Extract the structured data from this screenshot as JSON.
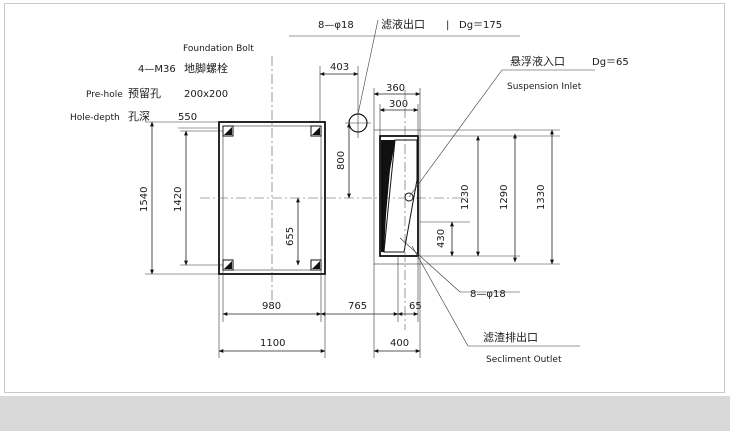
{
  "labels": {
    "foundation_bolt": "Foundation Bolt",
    "bolt_spec": "4—M36",
    "bolt_cn": "地脚螺栓",
    "prehole": "Pre-hole",
    "prehole_cn": "预留孔",
    "prehole_size": "200x200",
    "hole_depth": "Hole-depth",
    "hole_depth_cn": "孔深",
    "hole_depth_val": "550",
    "top_holes": "8—φ18",
    "filtrate_outlet_cn": "滤液出口",
    "top_sep": "|",
    "filtrate_dg": "Dg＝175",
    "inlet_cn": "悬浮液入口",
    "inlet_dg": "Dg＝65",
    "inlet_en": "Suspension Inlet",
    "bottom_holes": "8—φ18",
    "sediment_cn": "滤渣排出口",
    "sediment_en": "Secliment Outlet"
  },
  "dimensions": {
    "d403": "403",
    "d360": "360",
    "d300": "300",
    "d800": "800",
    "d1540": "1540",
    "d1420": "1420",
    "d655": "655",
    "d1230": "1230",
    "d1290": "1290",
    "d1330": "1330",
    "d430": "430",
    "d980": "980",
    "d765": "765",
    "d65": "65",
    "d1100": "1100",
    "d400": "400"
  }
}
